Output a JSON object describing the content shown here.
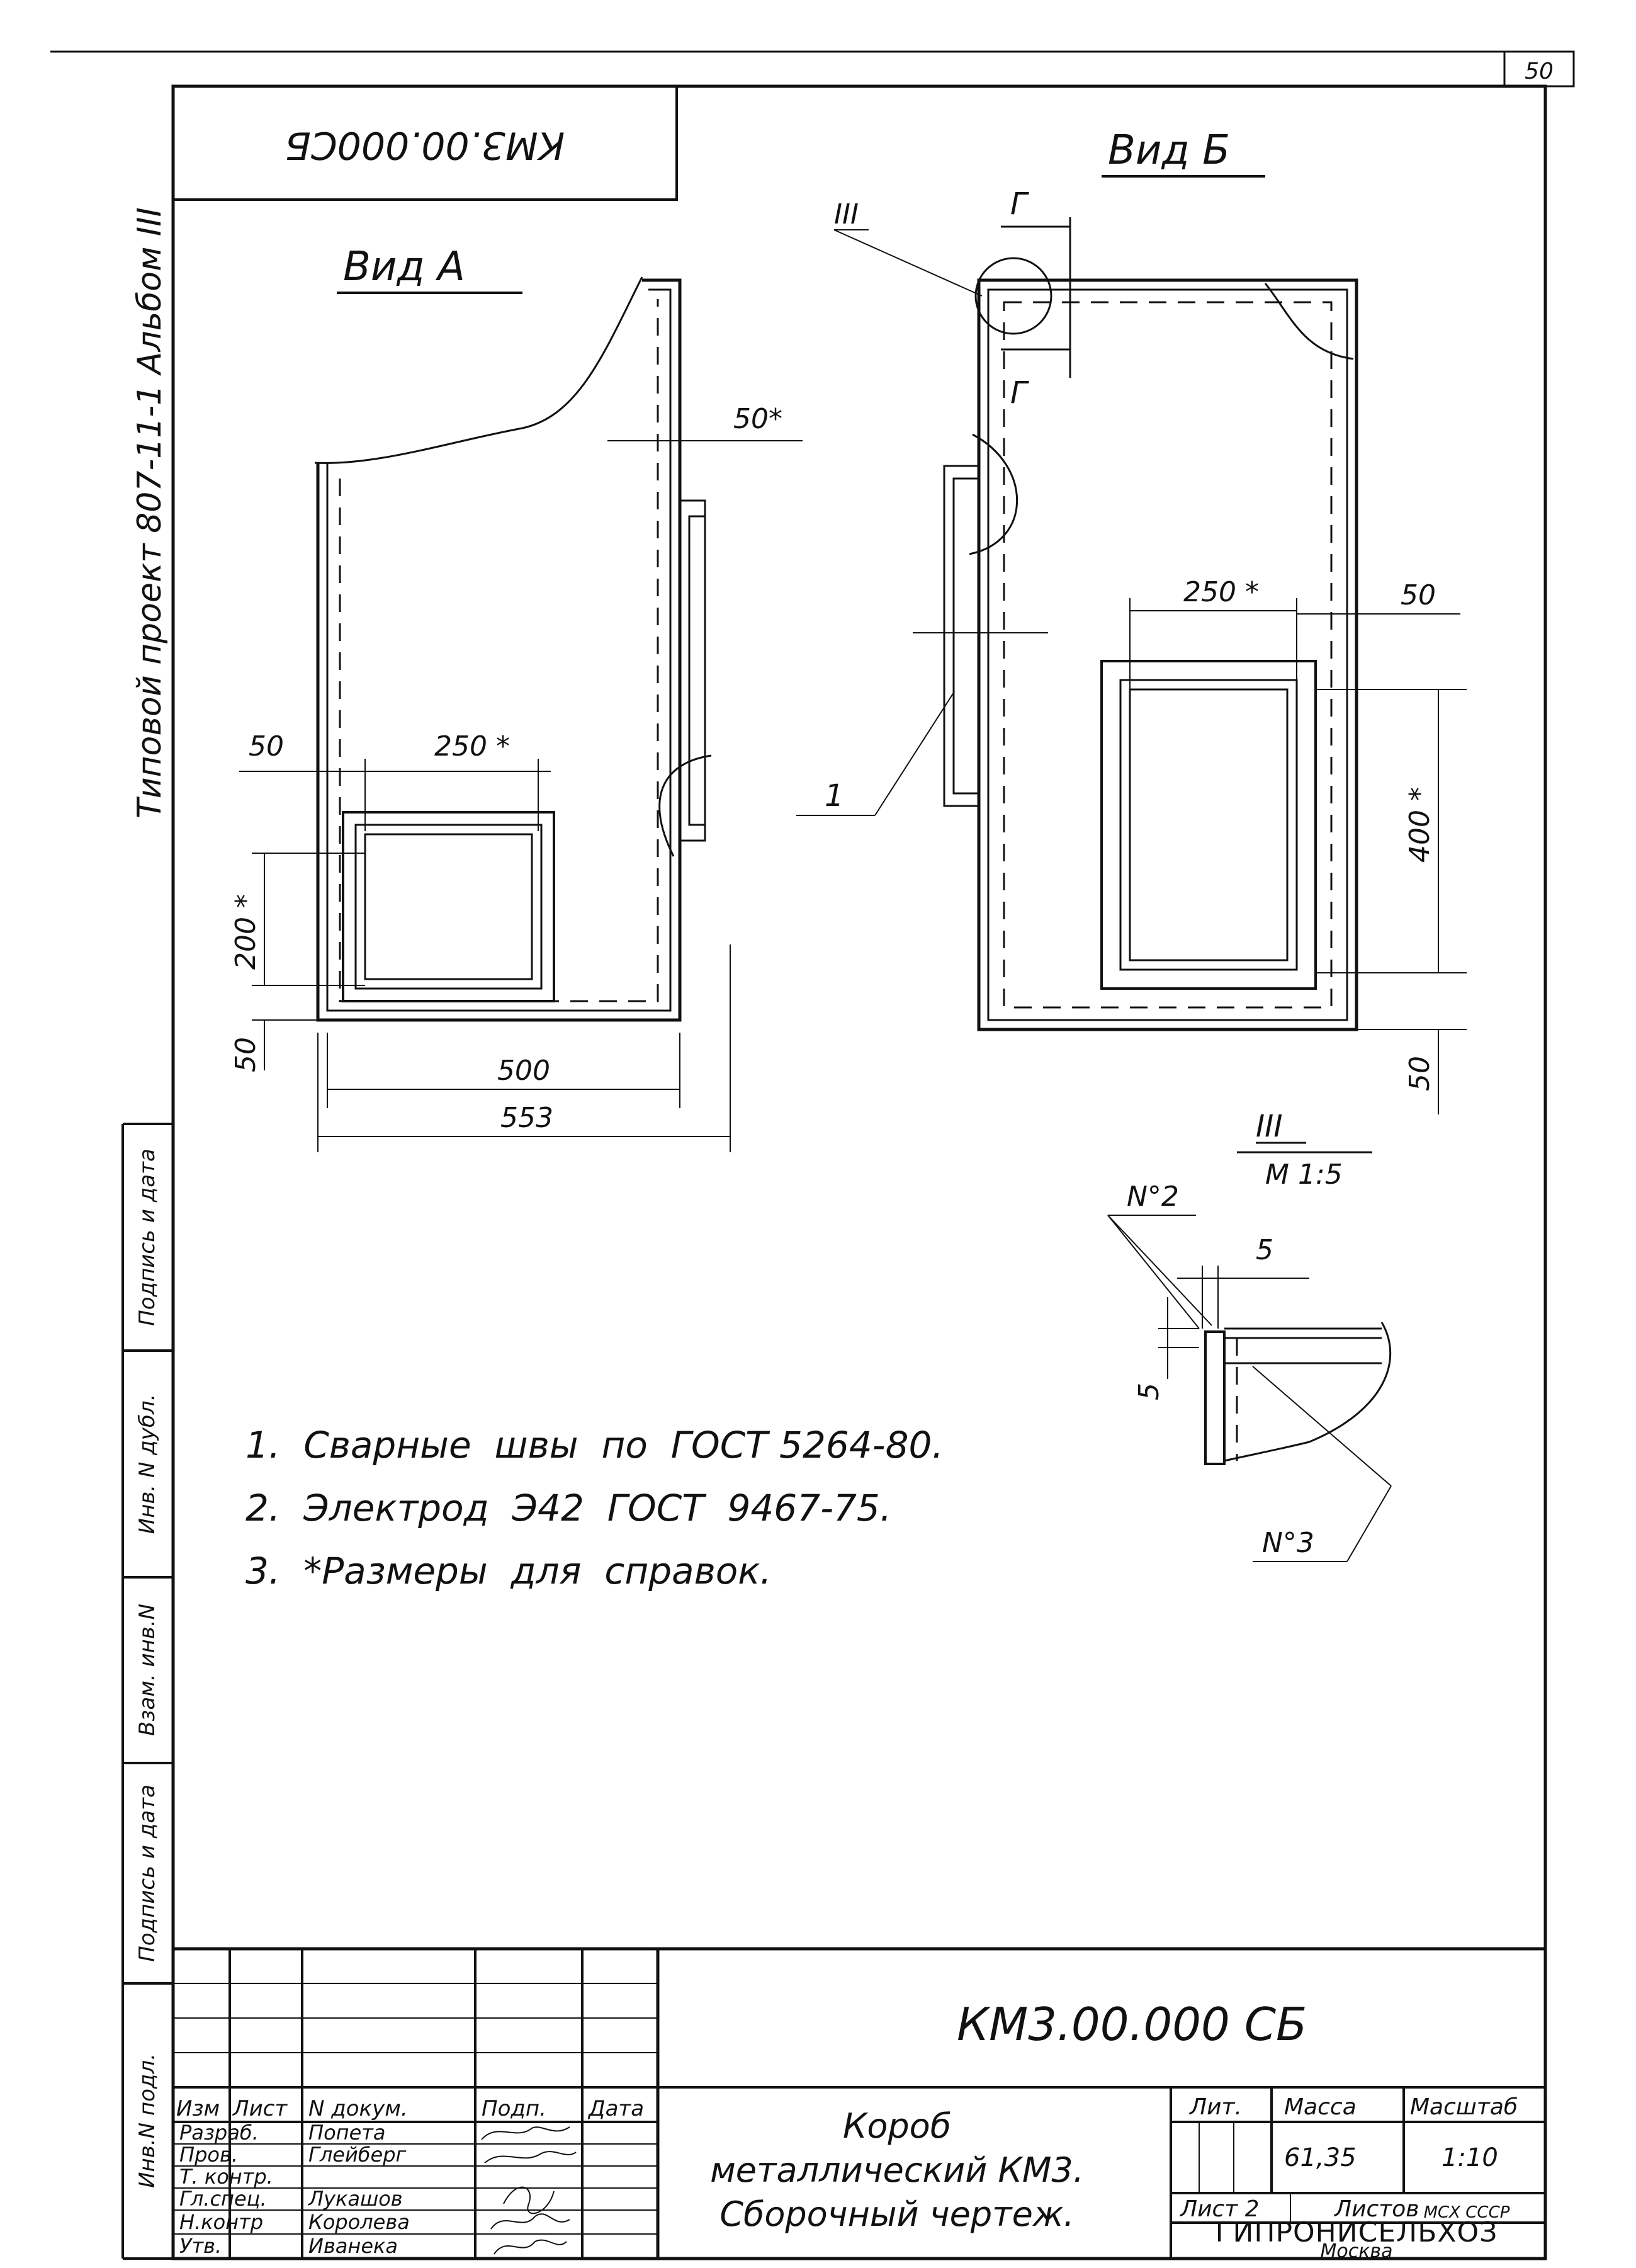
{
  "sheet_number": "50",
  "top_stamp": "КМ3.00.000СБ",
  "side_title": "Типовой проект 807-11-1 Альбом III",
  "views": {
    "view_a": "Вид А",
    "view_b": "Вид Б"
  },
  "dimensions_a": {
    "d50_top": "50*",
    "d50_left": "50",
    "d250": "250 *",
    "d200": "200 *",
    "d50_bottom": "50",
    "d500": "500",
    "d553": "553"
  },
  "dimensions_b": {
    "d250": "250 *",
    "d50": "50",
    "d400": "400 *",
    "d50_bottom": "50",
    "section_mark": "Г",
    "callout_node": "III",
    "callout_part": "1"
  },
  "detail": {
    "label": "III",
    "scale": "М 1:5",
    "weld2": "N°2",
    "weld3": "N°3",
    "dim5_top": "5",
    "dim5_side": "5"
  },
  "notes": [
    "1.  Сварные  швы  по  ГОСТ 5264-80.",
    "2.  Электрод  Э42  ГОСТ  9467-75.",
    "3.  *Размеры  для  справок."
  ],
  "left_strip": {
    "cells": [
      "Инв.N подл.",
      "Подпись и дата",
      "Взам. инв.N",
      "Инв. N дубл.",
      "Подпись и дата"
    ]
  },
  "title_block": {
    "doc_code": "КМ3.00.000 СБ",
    "name_line1": "Короб",
    "name_line2": "металлический КМ3.",
    "name_line3": "Сборочный чертеж.",
    "headers": {
      "izm": "Изм",
      "list": "Лист",
      "doc": "N докум.",
      "sign": "Подп.",
      "date": "Дата"
    },
    "rows": [
      {
        "role": "Разраб.",
        "name": "Попета"
      },
      {
        "role": "Пров.",
        "name": "Глейберг"
      },
      {
        "role": "Т. контр.",
        "name": ""
      },
      {
        "role": "Гл.спец.",
        "name": "Лукашов"
      },
      {
        "role": "Н.контр",
        "name": "Королева"
      },
      {
        "role": "Утв.",
        "name": "Иванека"
      }
    ],
    "lit_label": "Лит.",
    "mass_label": "Масса",
    "scale_label": "Масштаб",
    "mass_value": "61,35",
    "scale_value": "1:10",
    "sheet_label": "Лист 2",
    "sheets_label": "Листов",
    "org_line1": "МСХ СССР",
    "org_line2": "ГИПРОНИСЕЛЬХОЗ",
    "org_line3": "Москва"
  }
}
